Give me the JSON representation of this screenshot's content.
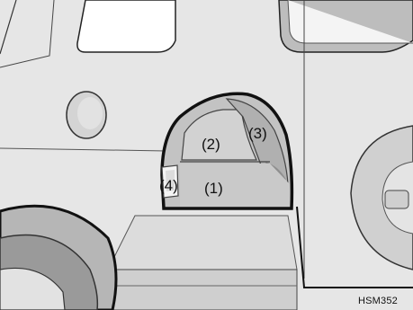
{
  "figure": {
    "callouts": {
      "c1": "(1)",
      "c2": "(2)",
      "c3": "(3)",
      "c4": "(4)"
    },
    "figure_code": "HSM352"
  },
  "colors": {
    "background": "#ececec",
    "body_panel": "#d7d7d7",
    "lamp_shading": "#b9b9b9",
    "outline": "#111111"
  }
}
